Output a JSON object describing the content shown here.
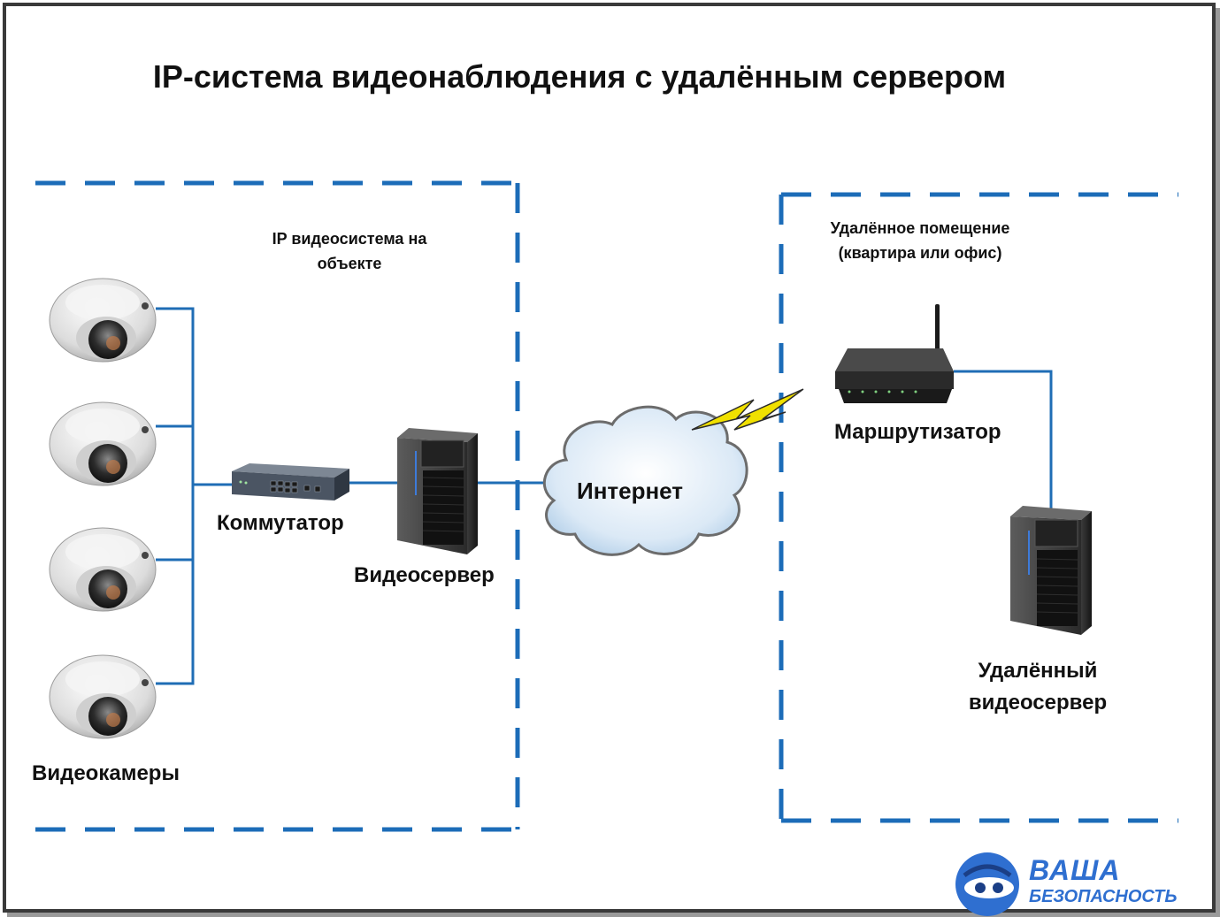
{
  "title": "IP-система видеонаблюдения с удалённым сервером",
  "zones": {
    "local": "IP видеосистема на\nобъекте",
    "remote": "Удалённое помещение\n(квартира или офис)"
  },
  "labels": {
    "cameras": "Видеокамеры",
    "switch": "Коммутатор",
    "video_server": "Видеосервер",
    "internet": "Интернет",
    "router": "Маршрутизатор",
    "remote_server": "Удалённый\nвидеосервер"
  },
  "logo": {
    "line1": "ВАША",
    "line2": "БЕЗОПАСНОСТЬ"
  },
  "colors": {
    "line": "#1f6db5",
    "dash": "#1c6cb8",
    "logo": "#2f6fd0"
  }
}
